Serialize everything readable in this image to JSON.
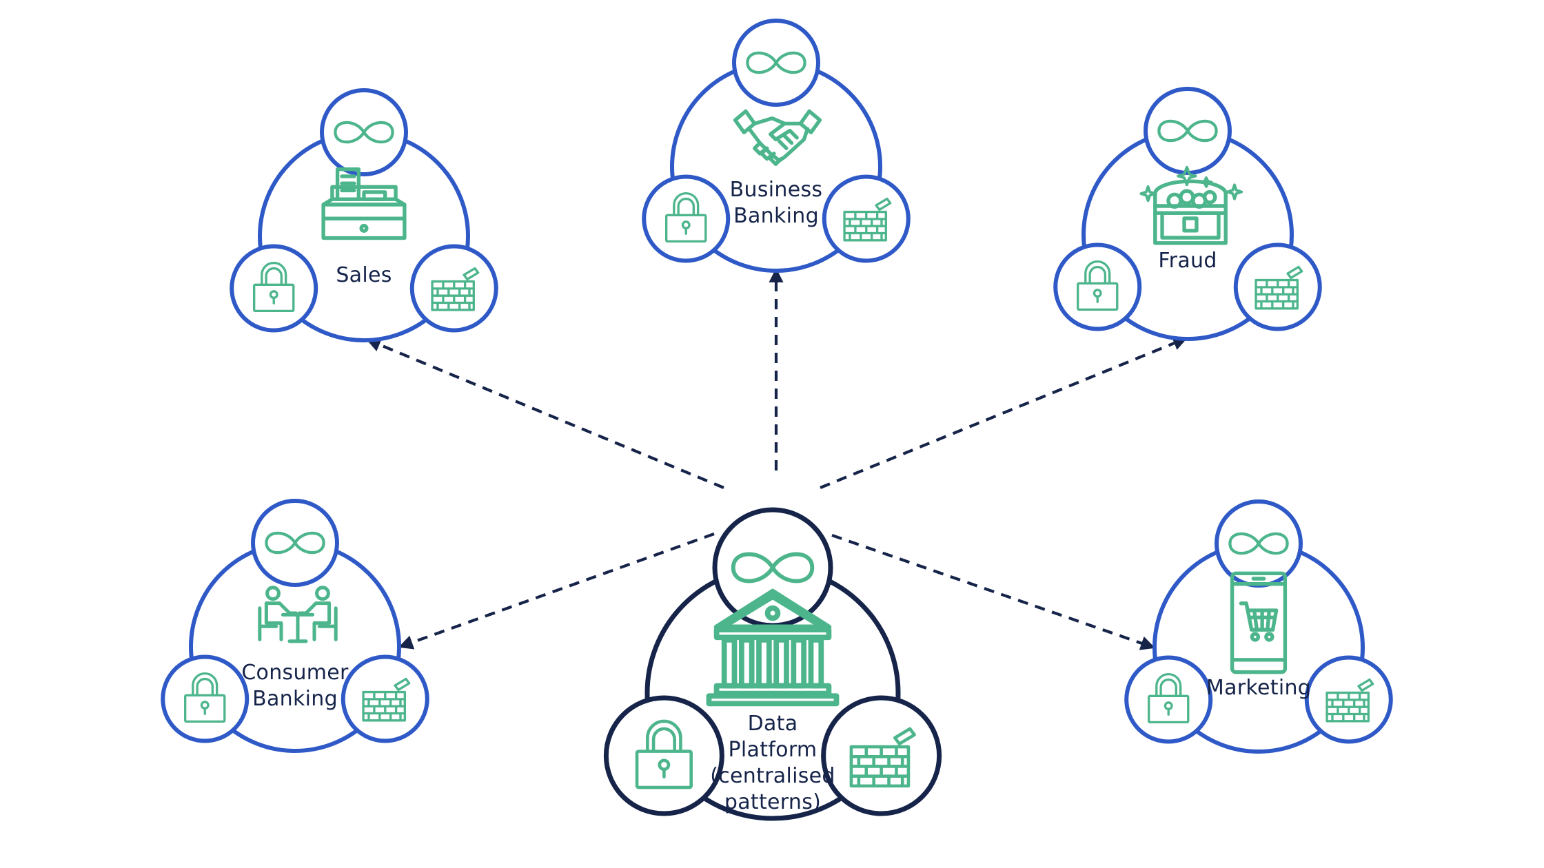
{
  "colors": {
    "domain_ring": "#2E59C7",
    "central_ring": "#16244A",
    "icon_green": "#4DB58C",
    "connector": "#16244A",
    "label_text": "#16244A",
    "background": "#FFFFFF"
  },
  "central": {
    "label_lines": [
      "Data",
      "Platform",
      "(centralised",
      "patterns)"
    ],
    "main_icon": "bank-building-icon",
    "badge_icons": [
      "infinity-icon",
      "lock-icon",
      "firewall-icon"
    ]
  },
  "domains": [
    {
      "key": "sales",
      "label_lines": [
        "Sales"
      ],
      "main_icon": "cash-register-icon",
      "badge_icons": [
        "infinity-icon",
        "lock-icon",
        "firewall-icon"
      ]
    },
    {
      "key": "business-banking",
      "label_lines": [
        "Business",
        "Banking"
      ],
      "main_icon": "handshake-icon",
      "badge_icons": [
        "infinity-icon",
        "lock-icon",
        "firewall-icon"
      ]
    },
    {
      "key": "fraud",
      "label_lines": [
        "Fraud"
      ],
      "main_icon": "treasure-chest-icon",
      "badge_icons": [
        "infinity-icon",
        "lock-icon",
        "firewall-icon"
      ]
    },
    {
      "key": "consumer-banking",
      "label_lines": [
        "Consumer",
        "Banking"
      ],
      "main_icon": "meeting-people-icon",
      "badge_icons": [
        "infinity-icon",
        "lock-icon",
        "firewall-icon"
      ]
    },
    {
      "key": "marketing",
      "label_lines": [
        "Marketing"
      ],
      "main_icon": "mobile-shopping-icon",
      "badge_icons": [
        "infinity-icon",
        "lock-icon",
        "firewall-icon"
      ]
    }
  ],
  "connectors": [
    {
      "from": "central",
      "to": "sales",
      "style": "dashed-arrow"
    },
    {
      "from": "central",
      "to": "business-banking",
      "style": "dashed-arrow"
    },
    {
      "from": "central",
      "to": "fraud",
      "style": "dashed-arrow"
    },
    {
      "from": "central",
      "to": "consumer-banking",
      "style": "dashed-arrow"
    },
    {
      "from": "central",
      "to": "marketing",
      "style": "dashed-arrow"
    }
  ]
}
